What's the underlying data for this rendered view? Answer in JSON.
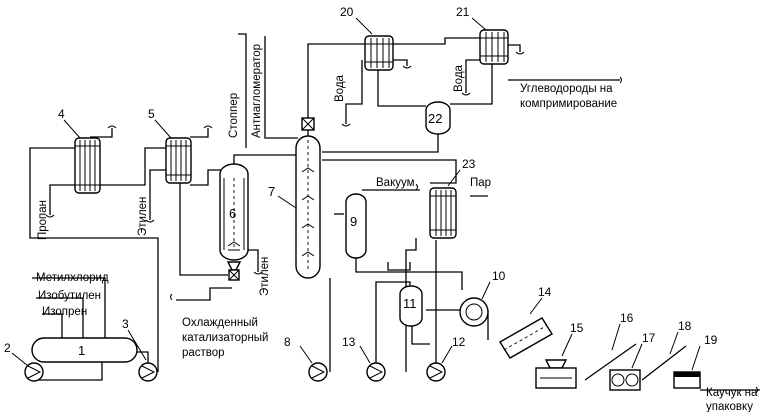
{
  "labels": {
    "methyl_chloride": "Метилхлорид",
    "isobutylene": "Изобутилен",
    "isoprene": "Изопрен",
    "propane": "Пропан",
    "ethylene_1": "Этилен",
    "ethylene_2": "Этилен",
    "stopper": "Стоппер",
    "antiagglomerator": "Антиагломератор",
    "water_1": "Вода",
    "water_2": "Вода",
    "hydrocarbons_line1": "Углеводороды на",
    "hydrocarbons_line2": "компримирование",
    "vacuum": "Вакуум",
    "steam": "Пар",
    "catalyst_line1": "Охлажденный",
    "catalyst_line2": "катализаторный",
    "catalyst_line3": "раствор",
    "rubber_line1": "Каучук на",
    "rubber_line2": "упаковку"
  },
  "numbers": [
    "1",
    "2",
    "3",
    "4",
    "5",
    "6",
    "7",
    "8",
    "9",
    "10",
    "11",
    "12",
    "13",
    "14",
    "15",
    "16",
    "17",
    "18",
    "19",
    "20",
    "21",
    "22",
    "23"
  ]
}
